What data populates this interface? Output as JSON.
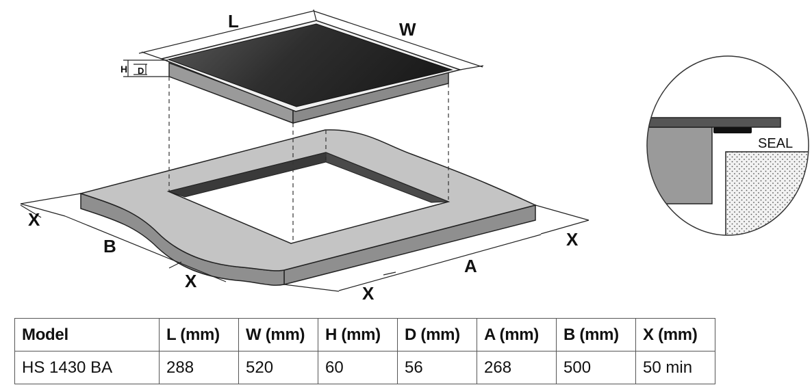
{
  "diagram": {
    "labels": {
      "L": "L",
      "W": "W",
      "H": "H",
      "D": "D",
      "A": "A",
      "B": "B",
      "X": "X"
    },
    "seal_label": "SEAL"
  },
  "table": {
    "headers": [
      "Model",
      "L (mm)",
      "W (mm)",
      "H (mm)",
      "D (mm)",
      "A (mm)",
      "B (mm)",
      "X (mm)"
    ],
    "rows": [
      [
        "HS 1430 BA",
        "288",
        "520",
        "60",
        "56",
        "268",
        "500",
        "50 min"
      ]
    ]
  }
}
